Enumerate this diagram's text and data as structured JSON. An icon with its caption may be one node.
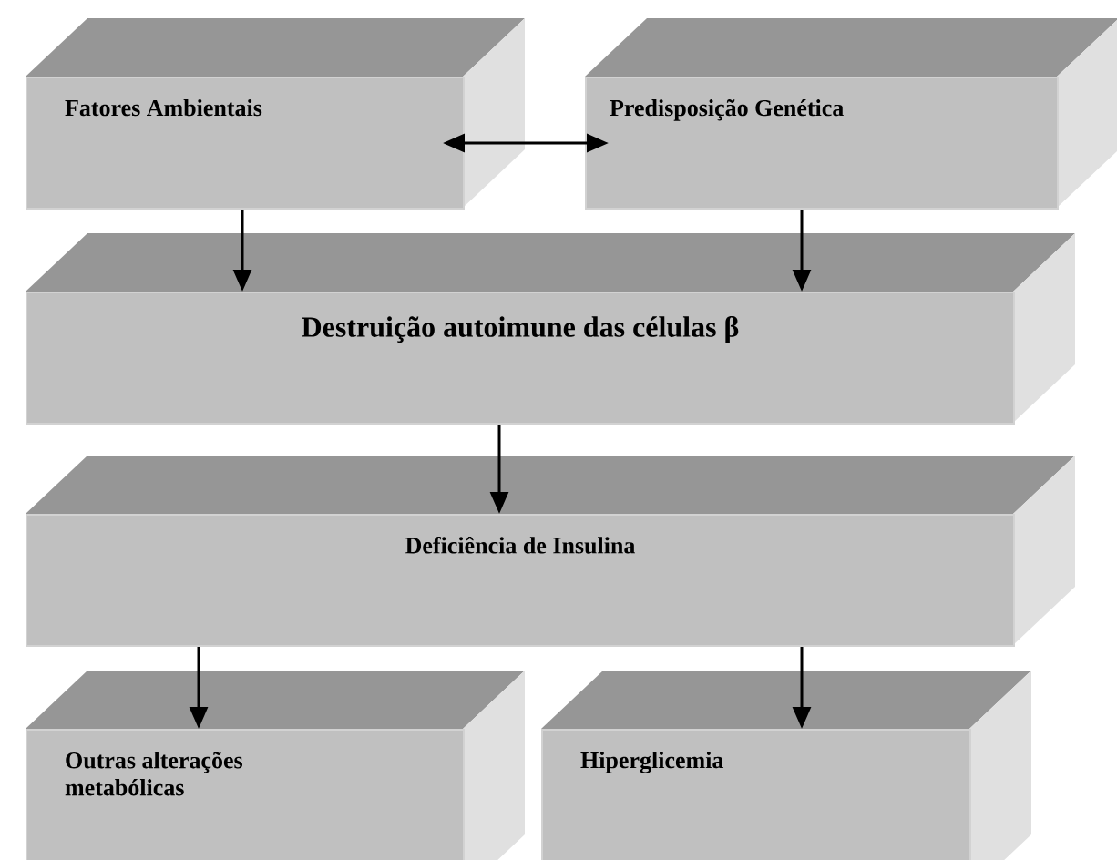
{
  "diagram": {
    "nodes": [
      {
        "text": [
          "Fatores Ambientais"
        ]
      },
      {
        "text": [
          "Predisposição Genética"
        ]
      },
      {
        "text": [
          "Destruição autoimune das células β"
        ]
      },
      {
        "text": [
          "Deficiência de Insulina"
        ]
      },
      {
        "text": [
          "Outras alterações metabólicas"
        ]
      },
      {
        "text": [
          "Hiperglicemia"
        ]
      }
    ],
    "edges": [
      {
        "from": 0,
        "to": 1,
        "arrow": "both"
      },
      {
        "from": 0,
        "to": 2,
        "arrow": "to"
      },
      {
        "from": 1,
        "to": 2,
        "arrow": "to"
      },
      {
        "from": 2,
        "to": 3,
        "arrow": "to"
      },
      {
        "from": 3,
        "to": 4,
        "arrow": "to"
      },
      {
        "from": 3,
        "to": 5,
        "arrow": "to"
      }
    ]
  }
}
